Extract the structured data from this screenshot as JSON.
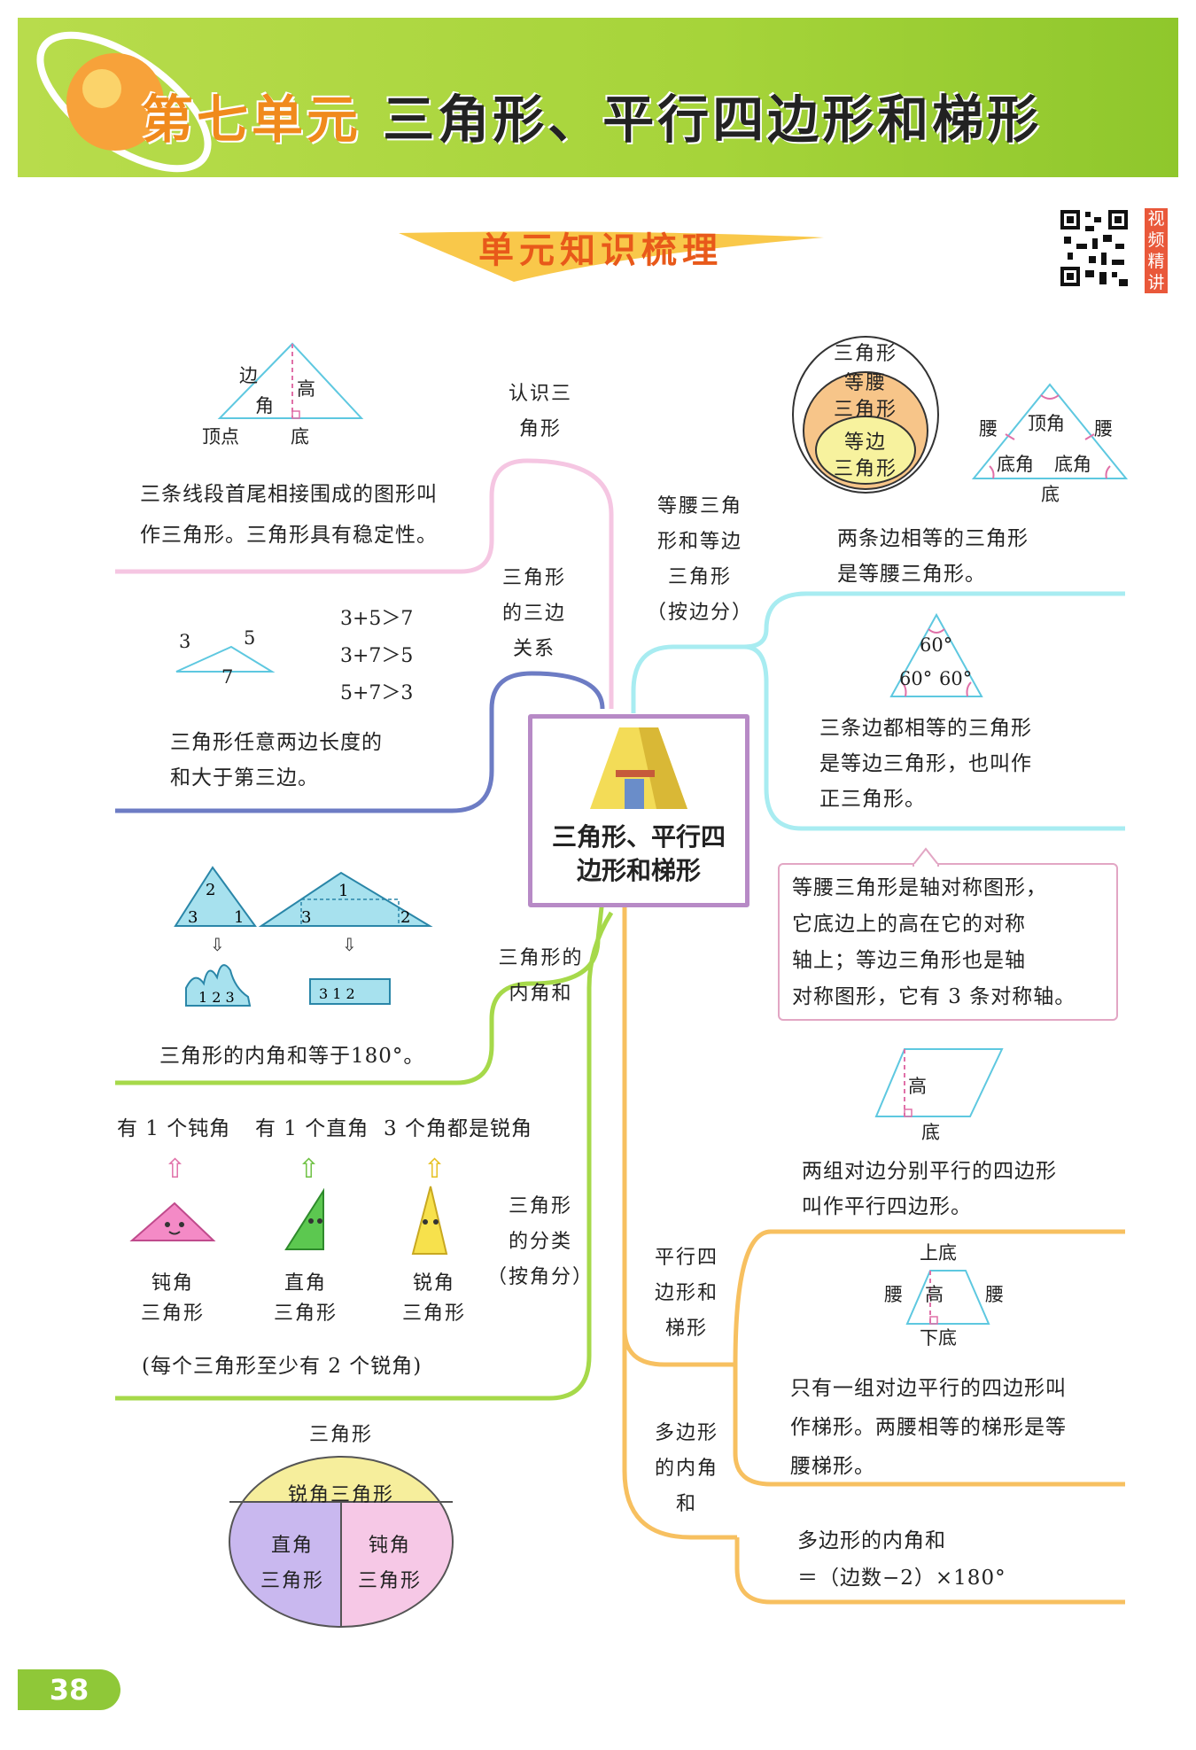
{
  "header": {
    "unit_label": "第七单元",
    "title": "三角形、平行四边形和梯形",
    "subtitle": "单元知识梳理",
    "qr_label": "视频精讲"
  },
  "center": {
    "title_line1": "三角形、平行四",
    "title_line2": "边形和梯形"
  },
  "left": {
    "recognize": {
      "branch_label_1": "认识三",
      "branch_label_2": "角形",
      "fig_labels": {
        "side": "边",
        "height": "高",
        "angle": "角",
        "vertex": "顶点",
        "base": "底"
      },
      "text_1": "三条线段首尾相接围成的图形叫",
      "text_2": "作三角形。三角形具有稳定性。"
    },
    "sides": {
      "branch_label_1": "三角形",
      "branch_label_2": "的三边",
      "branch_label_3": "关系",
      "fig_labels": {
        "a": "3",
        "b": "5",
        "c": "7"
      },
      "ineq_1": "3+5＞7",
      "ineq_2": "3+7＞5",
      "ineq_3": "5+7＞3",
      "text_1": "三角形任意两边长度的",
      "text_2": "和大于第三边。"
    },
    "angle_sum": {
      "branch_label_1": "三角形的",
      "branch_label_2": "内角和",
      "text": "三角形的内角和等于180°。"
    },
    "classify": {
      "branch_label_1": "三角形",
      "branch_label_2": "的分类",
      "branch_label_3": "（按角分）",
      "prop_1": "有 1 个钝角",
      "prop_2": "有 1 个直角",
      "prop_3": "3 个角都是锐角",
      "name_1a": "钝角",
      "name_1b": "三角形",
      "name_2a": "直角",
      "name_2b": "三角形",
      "name_3a": "锐角",
      "name_3b": "三角形",
      "note": "(每个三角形至少有 2 个锐角)"
    },
    "pie": {
      "title": "三角形",
      "top": "锐角三角形",
      "left_a": "直角",
      "left_b": "三角形",
      "right_a": "钝角",
      "right_b": "三角形"
    }
  },
  "right": {
    "isosceles": {
      "branch_label_1": "等腰三角",
      "branch_label_2": "形和等边",
      "branch_label_3": "三角形",
      "branch_label_4": "（按边分）",
      "venn_outer": "三角形",
      "venn_mid_a": "等腰",
      "venn_mid_b": "三角形",
      "venn_inner_a": "等边",
      "venn_inner_b": "三角形",
      "fig_labels": {
        "leg_l": "腰",
        "leg_r": "腰",
        "apex": "顶角",
        "base_angle_l": "底角",
        "base_angle_r": "底角",
        "base": "底"
      },
      "text_1": "两条边相等的三角形",
      "text_2": "是等腰三角形。"
    },
    "equilateral": {
      "angle_top": "60°",
      "angle_bl": "60°",
      "angle_br": "60°",
      "text_1": "三条边都相等的三角形",
      "text_2": "是等边三角形，也叫作",
      "text_3": "正三角形。"
    },
    "note": {
      "line_1": "等腰三角形是轴对称图形，",
      "line_2": "它底边上的高在它的对称",
      "line_3": "轴上；等边三角形也是轴",
      "line_4": "对称图形，它有 3 条对称轴。"
    },
    "parallelogram": {
      "height": "高",
      "base": "底",
      "text_1": "两组对边分别平行的四边形",
      "text_2": "叫作平行四边形。"
    },
    "trapezoid": {
      "branch_label_1": "平行四",
      "branch_label_2": "边形和",
      "branch_label_3": "梯形",
      "upper": "上底",
      "leg_l": "腰",
      "height": "高",
      "leg_r": "腰",
      "lower": "下底",
      "text_1": "只有一组对边平行的四边形叫",
      "text_2": "作梯形。两腰相等的梯形是等",
      "text_3": "腰梯形。"
    },
    "polygon": {
      "branch_label_1": "多边形",
      "branch_label_2": "的内角",
      "branch_label_3": "和",
      "text_1": "多边形的内角和",
      "text_2": "＝（边数−2）×180°"
    }
  },
  "page_number": "38",
  "colors": {
    "banner": "#a6d43a",
    "pink": "#f5c6e2",
    "blue": "#6d7cc4",
    "green": "#a6d94a",
    "cyan": "#a8ecf1",
    "orange": "#f7c060",
    "center_border": "#b78ac6"
  }
}
